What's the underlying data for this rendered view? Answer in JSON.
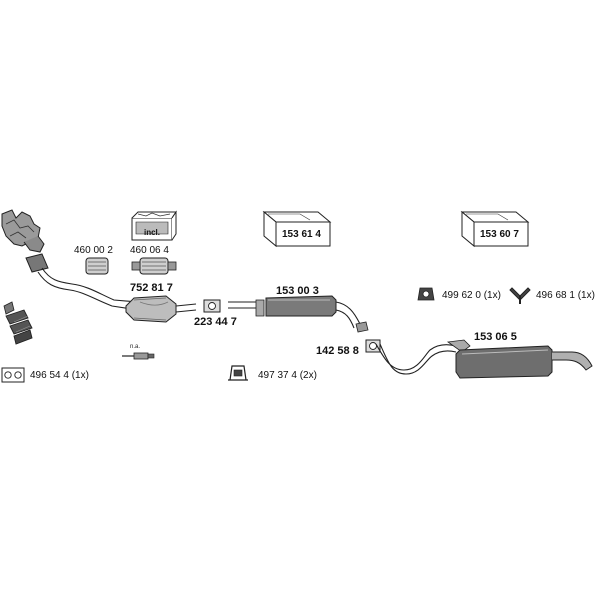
{
  "parts": {
    "p496544": "496 54 4 (1x)",
    "p460002": "460 00 2",
    "p460064": "460 06 4",
    "p752817": "752 81 7",
    "p223447": "223 44 7",
    "p153003": "153 00 3",
    "p142588": "142 58 8",
    "p497374": "497 37 4 (2x)",
    "p153065": "153 06 5",
    "p499620": "499 62 0 (1x)",
    "p496681": "496 68 1 (1x)"
  },
  "boxes": {
    "incl": "incl.",
    "box1": "153 61 4",
    "box2": "153 60 7"
  },
  "notes": {
    "na": "n.a."
  }
}
